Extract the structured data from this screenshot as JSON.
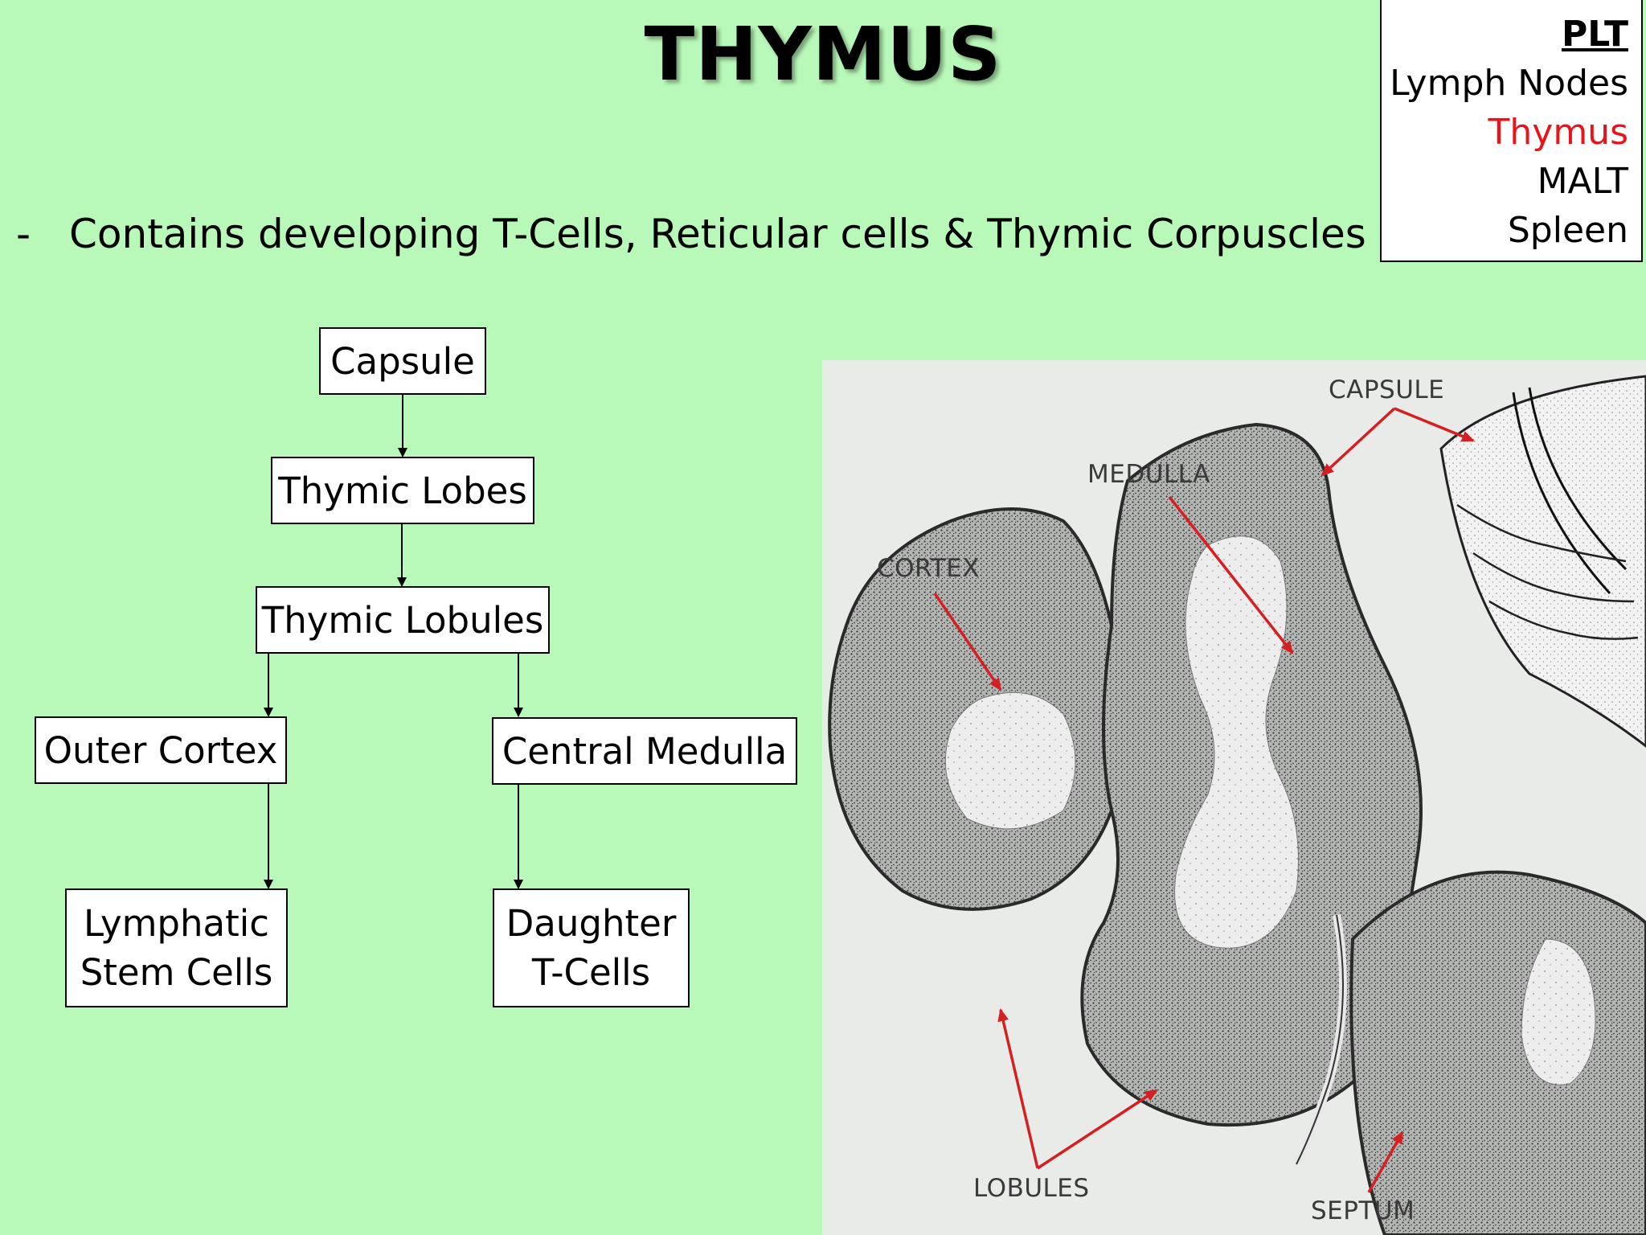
{
  "title": "THYMUS",
  "nav": {
    "heading": "PLT",
    "items": [
      "Lymph Nodes",
      "Thymus",
      "MALT",
      "Spleen"
    ],
    "active_index": 1,
    "active_color": "#e8141a"
  },
  "bullet": {
    "marker": "-",
    "text": "Contains developing T-Cells, Reticular cells & Thymic Corpuscles"
  },
  "flowchart": {
    "capsule": "Capsule",
    "lobes": "Thymic Lobes",
    "lobules": "Thymic Lobules",
    "outer_cortex": "Outer Cortex",
    "central_medulla": "Central Medulla",
    "stem_cells_line1": "Lymphatic",
    "stem_cells_line2": "Stem Cells",
    "daughter_line1": "Daughter",
    "daughter_line2": "T-Cells"
  },
  "micrograph": {
    "labels": {
      "capsule": "CAPSULE",
      "medulla": "MEDULLA",
      "cortex": "CORTEX",
      "lobules": "LOBULES",
      "septum": "SEPTUM"
    },
    "arrow_color": "#d42020"
  },
  "colors": {
    "background": "#b8f8b8"
  }
}
